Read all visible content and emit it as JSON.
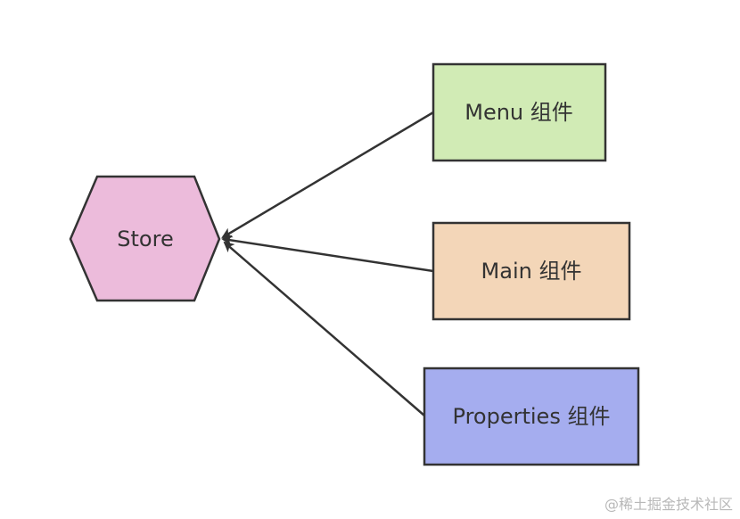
{
  "nodes": {
    "store": {
      "label": "Store",
      "fill": "#ecbbdb"
    },
    "menu": {
      "label": "Menu 组件",
      "fill": "#d1ebb5"
    },
    "main": {
      "label": "Main 组件",
      "fill": "#f3d6b8"
    },
    "properties": {
      "label": "Properties 组件",
      "fill": "#a5adef"
    }
  },
  "edges": [
    {
      "from": "menu",
      "to": "store"
    },
    {
      "from": "main",
      "to": "store"
    },
    {
      "from": "properties",
      "to": "store"
    }
  ],
  "colors": {
    "stroke": "#333333",
    "text": "#333333",
    "watermark": "#b8b8b8"
  },
  "watermark": "@稀土掘金技术社区"
}
